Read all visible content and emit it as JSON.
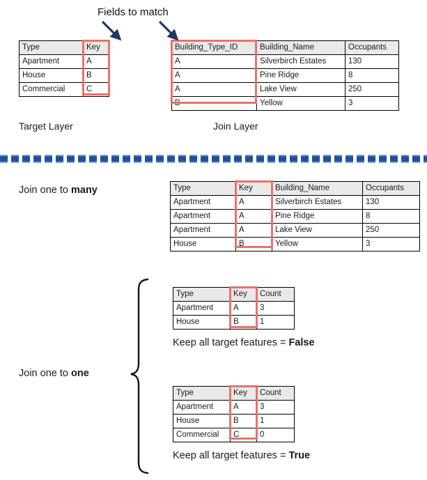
{
  "diagram": {
    "title": "Fields to match",
    "target_layer_caption": "Target Layer",
    "join_layer_caption": "Join Layer",
    "join_many_label_prefix": "Join one to ",
    "join_many_label_bold": "many",
    "join_one_label_prefix": "Join one to ",
    "join_one_label_bold": "one",
    "keep_false_prefix": "Keep all target features = ",
    "keep_false_bold": "False",
    "keep_true_prefix": "Keep all target features = ",
    "keep_true_bold": "True"
  },
  "colors": {
    "highlight": "#e8736a",
    "header_fill": "#e9e9e9",
    "arrow": "#1f3864",
    "divider_dark": "#1f4e9c",
    "divider_light": "#4f81c7",
    "border": "#000000",
    "text": "#1a1a1a"
  },
  "target_table": {
    "headers": [
      "Type",
      "Key"
    ],
    "rows": [
      [
        "Apartment",
        "A"
      ],
      [
        "House",
        "B"
      ],
      [
        "Commercial",
        "C"
      ]
    ]
  },
  "join_table": {
    "headers": [
      "Building_Type_ID",
      "Building_Name",
      "Occupants"
    ],
    "rows": [
      [
        "A",
        "Silverbirch Estates",
        "130"
      ],
      [
        "A",
        "Pine Ridge",
        "8"
      ],
      [
        "A",
        "Lake View",
        "250"
      ],
      [
        "B",
        "Yellow",
        "3"
      ]
    ]
  },
  "one_to_many_table": {
    "headers": [
      "Type",
      "Key",
      "Building_Name",
      "Occupants"
    ],
    "rows": [
      [
        "Apartment",
        "A",
        "Silverbirch Estates",
        "130"
      ],
      [
        "Apartment",
        "A",
        "Pine Ridge",
        "8"
      ],
      [
        "Apartment",
        "A",
        "Lake View",
        "250"
      ],
      [
        "House",
        "B",
        "Yellow",
        "3"
      ]
    ]
  },
  "one_to_one_false_table": {
    "headers": [
      "Type",
      "Key",
      "Count"
    ],
    "rows": [
      [
        "Apartment",
        "A",
        "3"
      ],
      [
        "House",
        "B",
        "1"
      ]
    ]
  },
  "one_to_one_true_table": {
    "headers": [
      "Type",
      "Key",
      "Count"
    ],
    "rows": [
      [
        "Apartment",
        "A",
        "3"
      ],
      [
        "House",
        "B",
        "1"
      ],
      [
        "Commercial",
        "C",
        "0"
      ]
    ]
  }
}
